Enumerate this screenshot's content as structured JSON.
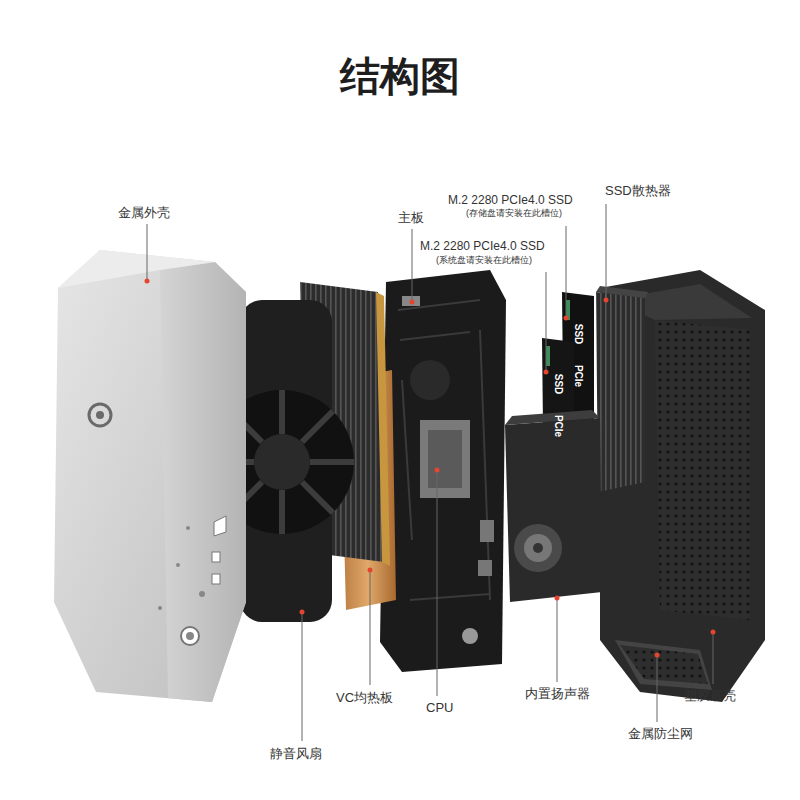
{
  "diagram": {
    "title": "结构图",
    "labels": [
      "SSD散热器",
      "M.2 2280 PCIe4.0 SSD",
      "(存储盘请安装在此槽位)",
      "金属外壳",
      "主板",
      "M.2 2280 PCIe4.0 SSD",
      "(系统盘请安装在此槽位)",
      "SSD",
      "PCIe",
      "SSD",
      "PCIe",
      "内置扬声器",
      "塑胶底壳",
      "VC均热板",
      "CPU",
      "金属防尘网",
      "静音风扇"
    ]
  }
}
